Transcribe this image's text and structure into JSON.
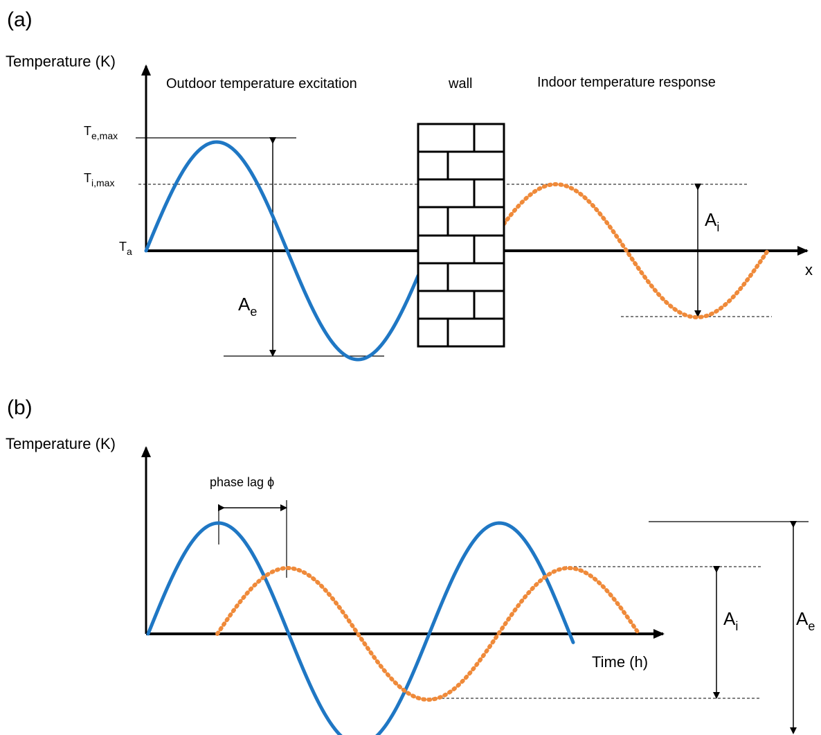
{
  "colors": {
    "outdoor": "#1f77c4",
    "indoor": "#ef8a3a",
    "ink": "#000000"
  },
  "panel_a": {
    "label": "(a)",
    "y_axis_label": "Temperature (K)",
    "x_axis_label": "x",
    "outdoor_label": "Outdoor temperature excitation",
    "wall_label": "wall",
    "indoor_label": "Indoor temperature response",
    "te_max": {
      "main": "T",
      "sub": "e,max"
    },
    "ti_max": {
      "main": "T",
      "sub": "i,max"
    },
    "ta": {
      "main": "T",
      "sub": "a"
    },
    "ae": {
      "main": "A",
      "sub": "e"
    },
    "ai": {
      "main": "A",
      "sub": "i"
    }
  },
  "panel_b": {
    "label": "(b)",
    "y_axis_label": "Temperature (K)",
    "x_axis_label": "Time (h)",
    "phase_lag_label": "phase lag ϕ",
    "ai": {
      "main": "A",
      "sub": "i"
    },
    "ae": {
      "main": "A",
      "sub": "e"
    }
  }
}
